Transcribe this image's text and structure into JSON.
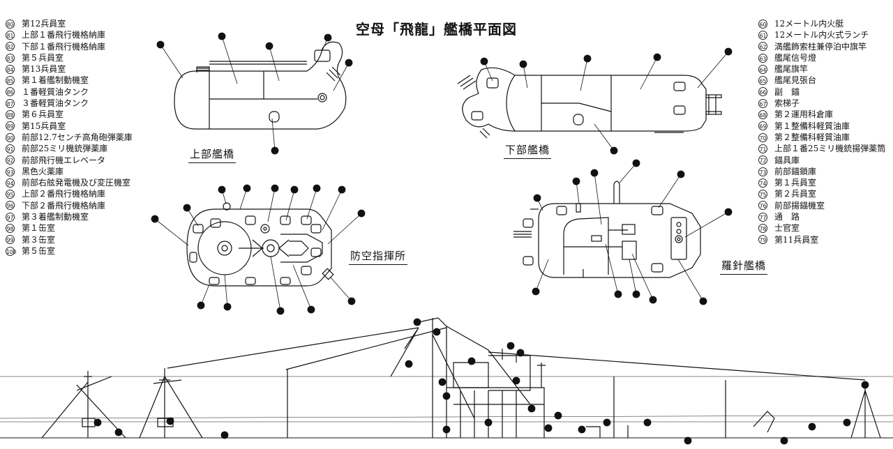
{
  "title": "空母「飛龍」艦橋平面図",
  "legend_left": [
    {
      "num": "80",
      "text": "第12兵員室"
    },
    {
      "num": "81",
      "text": "上部１番飛行機格納庫"
    },
    {
      "num": "82",
      "text": "下部１番飛行機格納庫"
    },
    {
      "num": "83",
      "text": "第５兵員室"
    },
    {
      "num": "84",
      "text": "第13兵員室"
    },
    {
      "num": "85",
      "text": "第１着艦制動機室"
    },
    {
      "num": "86",
      "text": "１番軽質油タンク"
    },
    {
      "num": "87",
      "text": "３番軽質油タンク"
    },
    {
      "num": "88",
      "text": "第６兵員室"
    },
    {
      "num": "89",
      "text": "第15兵員室"
    },
    {
      "num": "90",
      "text": "前部12.7センチ高角砲弾薬庫"
    },
    {
      "num": "91",
      "text": "前部25ミリ機銃弾薬庫"
    },
    {
      "num": "92",
      "text": "前部飛行機エレベータ"
    },
    {
      "num": "93",
      "text": "黒色火薬庫"
    },
    {
      "num": "94",
      "text": "前部右舷発電機及び変圧機室"
    },
    {
      "num": "95",
      "text": "上部２番飛行機格納庫"
    },
    {
      "num": "96",
      "text": "下部２番飛行機格納庫"
    },
    {
      "num": "97",
      "text": "第３着艦制動機室"
    },
    {
      "num": "98",
      "text": "第１缶室"
    },
    {
      "num": "99",
      "text": "第３缶室"
    },
    {
      "num": "100",
      "text": "第５缶室"
    }
  ],
  "legend_right": [
    {
      "num": "60",
      "text": "12メートル内火艇"
    },
    {
      "num": "61",
      "text": "12メートル内火式ランチ"
    },
    {
      "num": "62",
      "text": "満艦飾索柱兼停泊中旗竿"
    },
    {
      "num": "63",
      "text": "艦尾信号燈"
    },
    {
      "num": "64",
      "text": "艦尾旗竿"
    },
    {
      "num": "65",
      "text": "艦尾見張台"
    },
    {
      "num": "66",
      "text": "副　錨"
    },
    {
      "num": "67",
      "text": "索梯子"
    },
    {
      "num": "68",
      "text": "第２運用科倉庫"
    },
    {
      "num": "69",
      "text": "第１整備科軽質油庫"
    },
    {
      "num": "70",
      "text": "第２整備科軽質油庫"
    },
    {
      "num": "71",
      "text": "上部１番25ミリ機銃揚弾薬筒"
    },
    {
      "num": "72",
      "text": "錨具庫"
    },
    {
      "num": "73",
      "text": "前部錨鎖庫"
    },
    {
      "num": "74",
      "text": "第１兵員室"
    },
    {
      "num": "75",
      "text": "第２兵員室"
    },
    {
      "num": "76",
      "text": "前部揚錨機室"
    },
    {
      "num": "77",
      "text": "通　路"
    },
    {
      "num": "78",
      "text": "士官室"
    },
    {
      "num": "79",
      "text": "第11兵員室"
    }
  ],
  "plans": {
    "upper_bridge": "上部艦橋",
    "lower_bridge": "下部艦橋",
    "aa_command": "防空指揮所",
    "compass_bridge": "羅針艦橋"
  },
  "colors": {
    "ink": "#111111",
    "paper": "#ffffff"
  }
}
